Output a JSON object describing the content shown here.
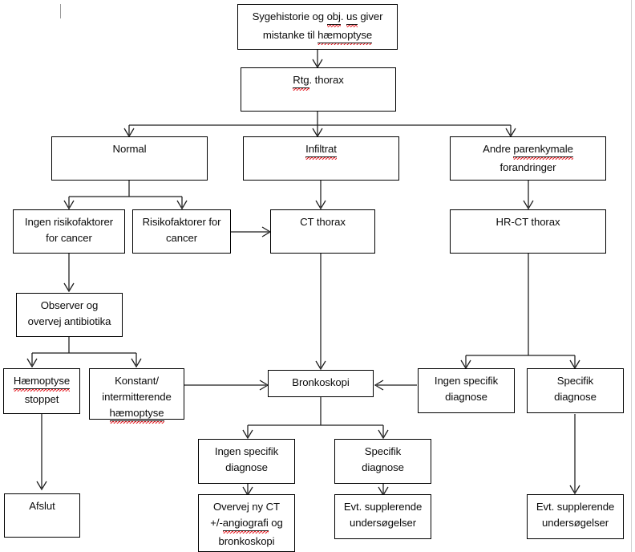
{
  "document": {
    "title": "Haemoptyse udredningsalgoritme",
    "language": "da",
    "background_color": "#ffffff",
    "line_color": "#1a1a1a",
    "spellcheck_underline_color": "#e8232a"
  },
  "nodes": {
    "start": {
      "id": "start",
      "line1": "Sygehistorie og ",
      "line1b": "obj",
      "line1c": ". ",
      "line1d": "us",
      "line1e": " giver",
      "line2a": "mistanke til ",
      "line2b": "hæmoptyse"
    },
    "rtg": {
      "a": "Rtg",
      "b": ". thorax"
    },
    "normal": {
      "label": "Normal"
    },
    "infiltrat": {
      "label": "Infiltrat"
    },
    "andre": {
      "line1a": "Andre ",
      "line1b": "parenkymale",
      "line2": "forandringer"
    },
    "ingen_risiko": {
      "line1": "Ingen risikofaktorer",
      "line2": "for cancer"
    },
    "risiko": {
      "line1": "Risikofaktorer for",
      "line2": "cancer"
    },
    "ct_thorax": {
      "label": "CT thorax"
    },
    "hrct_thorax": {
      "label": "HR-CT thorax"
    },
    "observer": {
      "line1": "Observer og",
      "line2": "overvej antibiotika"
    },
    "haemoptyse_stoppet": {
      "line1": "Hæmoptyse",
      "line2": "stoppet"
    },
    "konstant": {
      "line1": "Konstant/",
      "line2": "intermitterende",
      "line3": "hæmoptyse"
    },
    "bronkoskopi": {
      "label": "Bronkoskopi"
    },
    "ingen_spec_hrct": {
      "line1": "Ingen specifik",
      "line2": "diagnose"
    },
    "spec_hrct": {
      "line1": "Specifik",
      "line2": "diagnose"
    },
    "ingen_spec_bronk": {
      "line1": "Ingen specifik",
      "line2": "diagnose"
    },
    "spec_bronk": {
      "line1": "Specifik",
      "line2": "diagnose"
    },
    "afslut": {
      "label": "Afslut"
    },
    "overvej_ny_ct": {
      "line1": "Overvej ny CT",
      "line2a": "+/-",
      "line2b": "angiografi",
      "line2c": " og",
      "line3": "bronkoskopi"
    },
    "evt_suppl_bronk": {
      "line1": "Evt. supplerende",
      "line2": "undersøgelser"
    },
    "evt_suppl_hrct": {
      "line1": "Evt. supplerende",
      "line2": "undersøgelser"
    }
  }
}
